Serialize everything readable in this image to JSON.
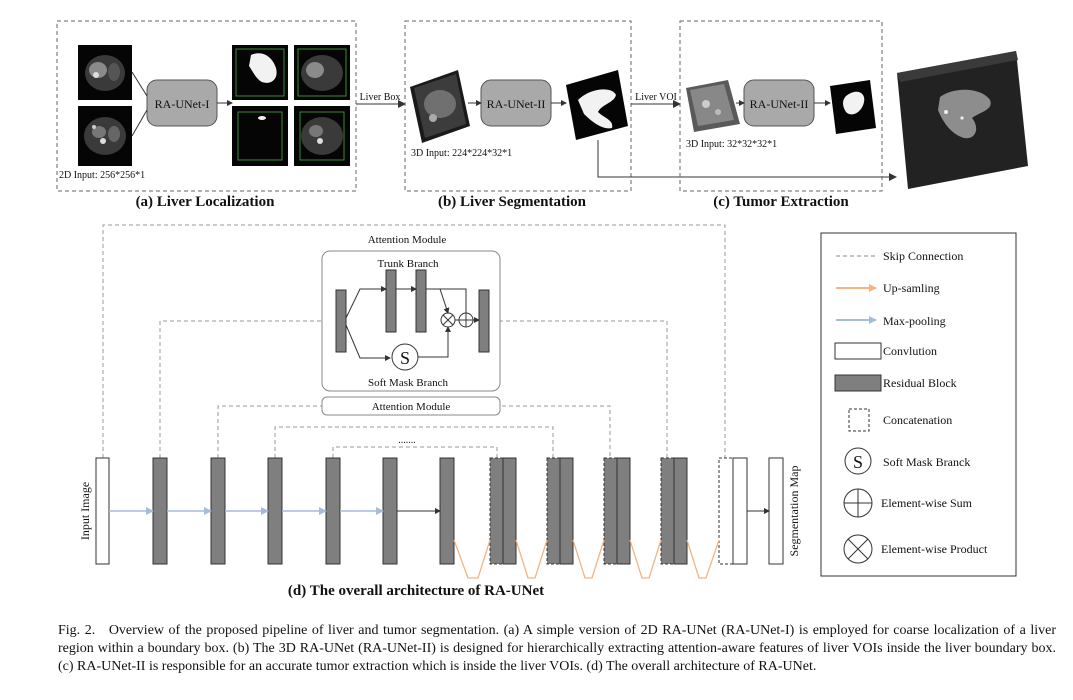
{
  "top": {
    "a": {
      "model": "RA-UNet-I",
      "input": "2D Input: 256*256*1",
      "title": "(a) Liver Localization"
    },
    "arrow_ab": "Liver Box",
    "b": {
      "model": "RA-UNet-II",
      "input": "3D Input: 224*224*32*1",
      "title": "(b) Liver Segmentation"
    },
    "arrow_bc": "Liver VOI",
    "c": {
      "model": "RA-UNet-II",
      "input": "3D Input: 32*32*32*1",
      "title": "(c) Tumor Extraction"
    }
  },
  "attention": {
    "title": "Attention Module",
    "trunk": "Trunk Branch",
    "soft_mask": "Soft Mask Branch",
    "soft_mask_symbol": "S",
    "label_box": "Attention Module"
  },
  "arch": {
    "input_label": "Input Image",
    "output_label": "Segmentation Map",
    "dots": ".......",
    "title": "(d) The overall architecture of RA-UNet"
  },
  "legend": {
    "items": [
      {
        "key": "skip",
        "label": "Skip Connection"
      },
      {
        "key": "up",
        "label": "Up-samling"
      },
      {
        "key": "pool",
        "label": "Max-pooling"
      },
      {
        "key": "conv",
        "label": "Convlution"
      },
      {
        "key": "res",
        "label": "Residual Block"
      },
      {
        "key": "concat",
        "label": "Concatenation"
      },
      {
        "key": "softmask",
        "label": "Soft Mask Branck",
        "symbol": "S"
      },
      {
        "key": "sum",
        "label": "Element-wise Sum"
      },
      {
        "key": "prod",
        "label": "Element-wise Product"
      }
    ]
  },
  "colors": {
    "block_fill": "#7f7f7f",
    "upsample": "#f5b482",
    "maxpool": "#a7bcd9",
    "model_box": "#a9a9a9"
  },
  "caption": {
    "label": "Fig. 2.",
    "text": "Overview of the proposed pipeline of liver and tumor segmentation. (a) A simple version of 2D RA-UNet (RA-UNet-I) is employed for coarse localization of a liver region within a boundary box. (b) The 3D RA-UNet (RA-UNet-II) is designed for hierarchically extracting attention-aware features of liver VOIs inside the liver boundary box. (c) RA-UNet-II is responsible for an accurate tumor extraction which is inside the liver VOIs. (d) The overall architecture of RA-UNet."
  }
}
